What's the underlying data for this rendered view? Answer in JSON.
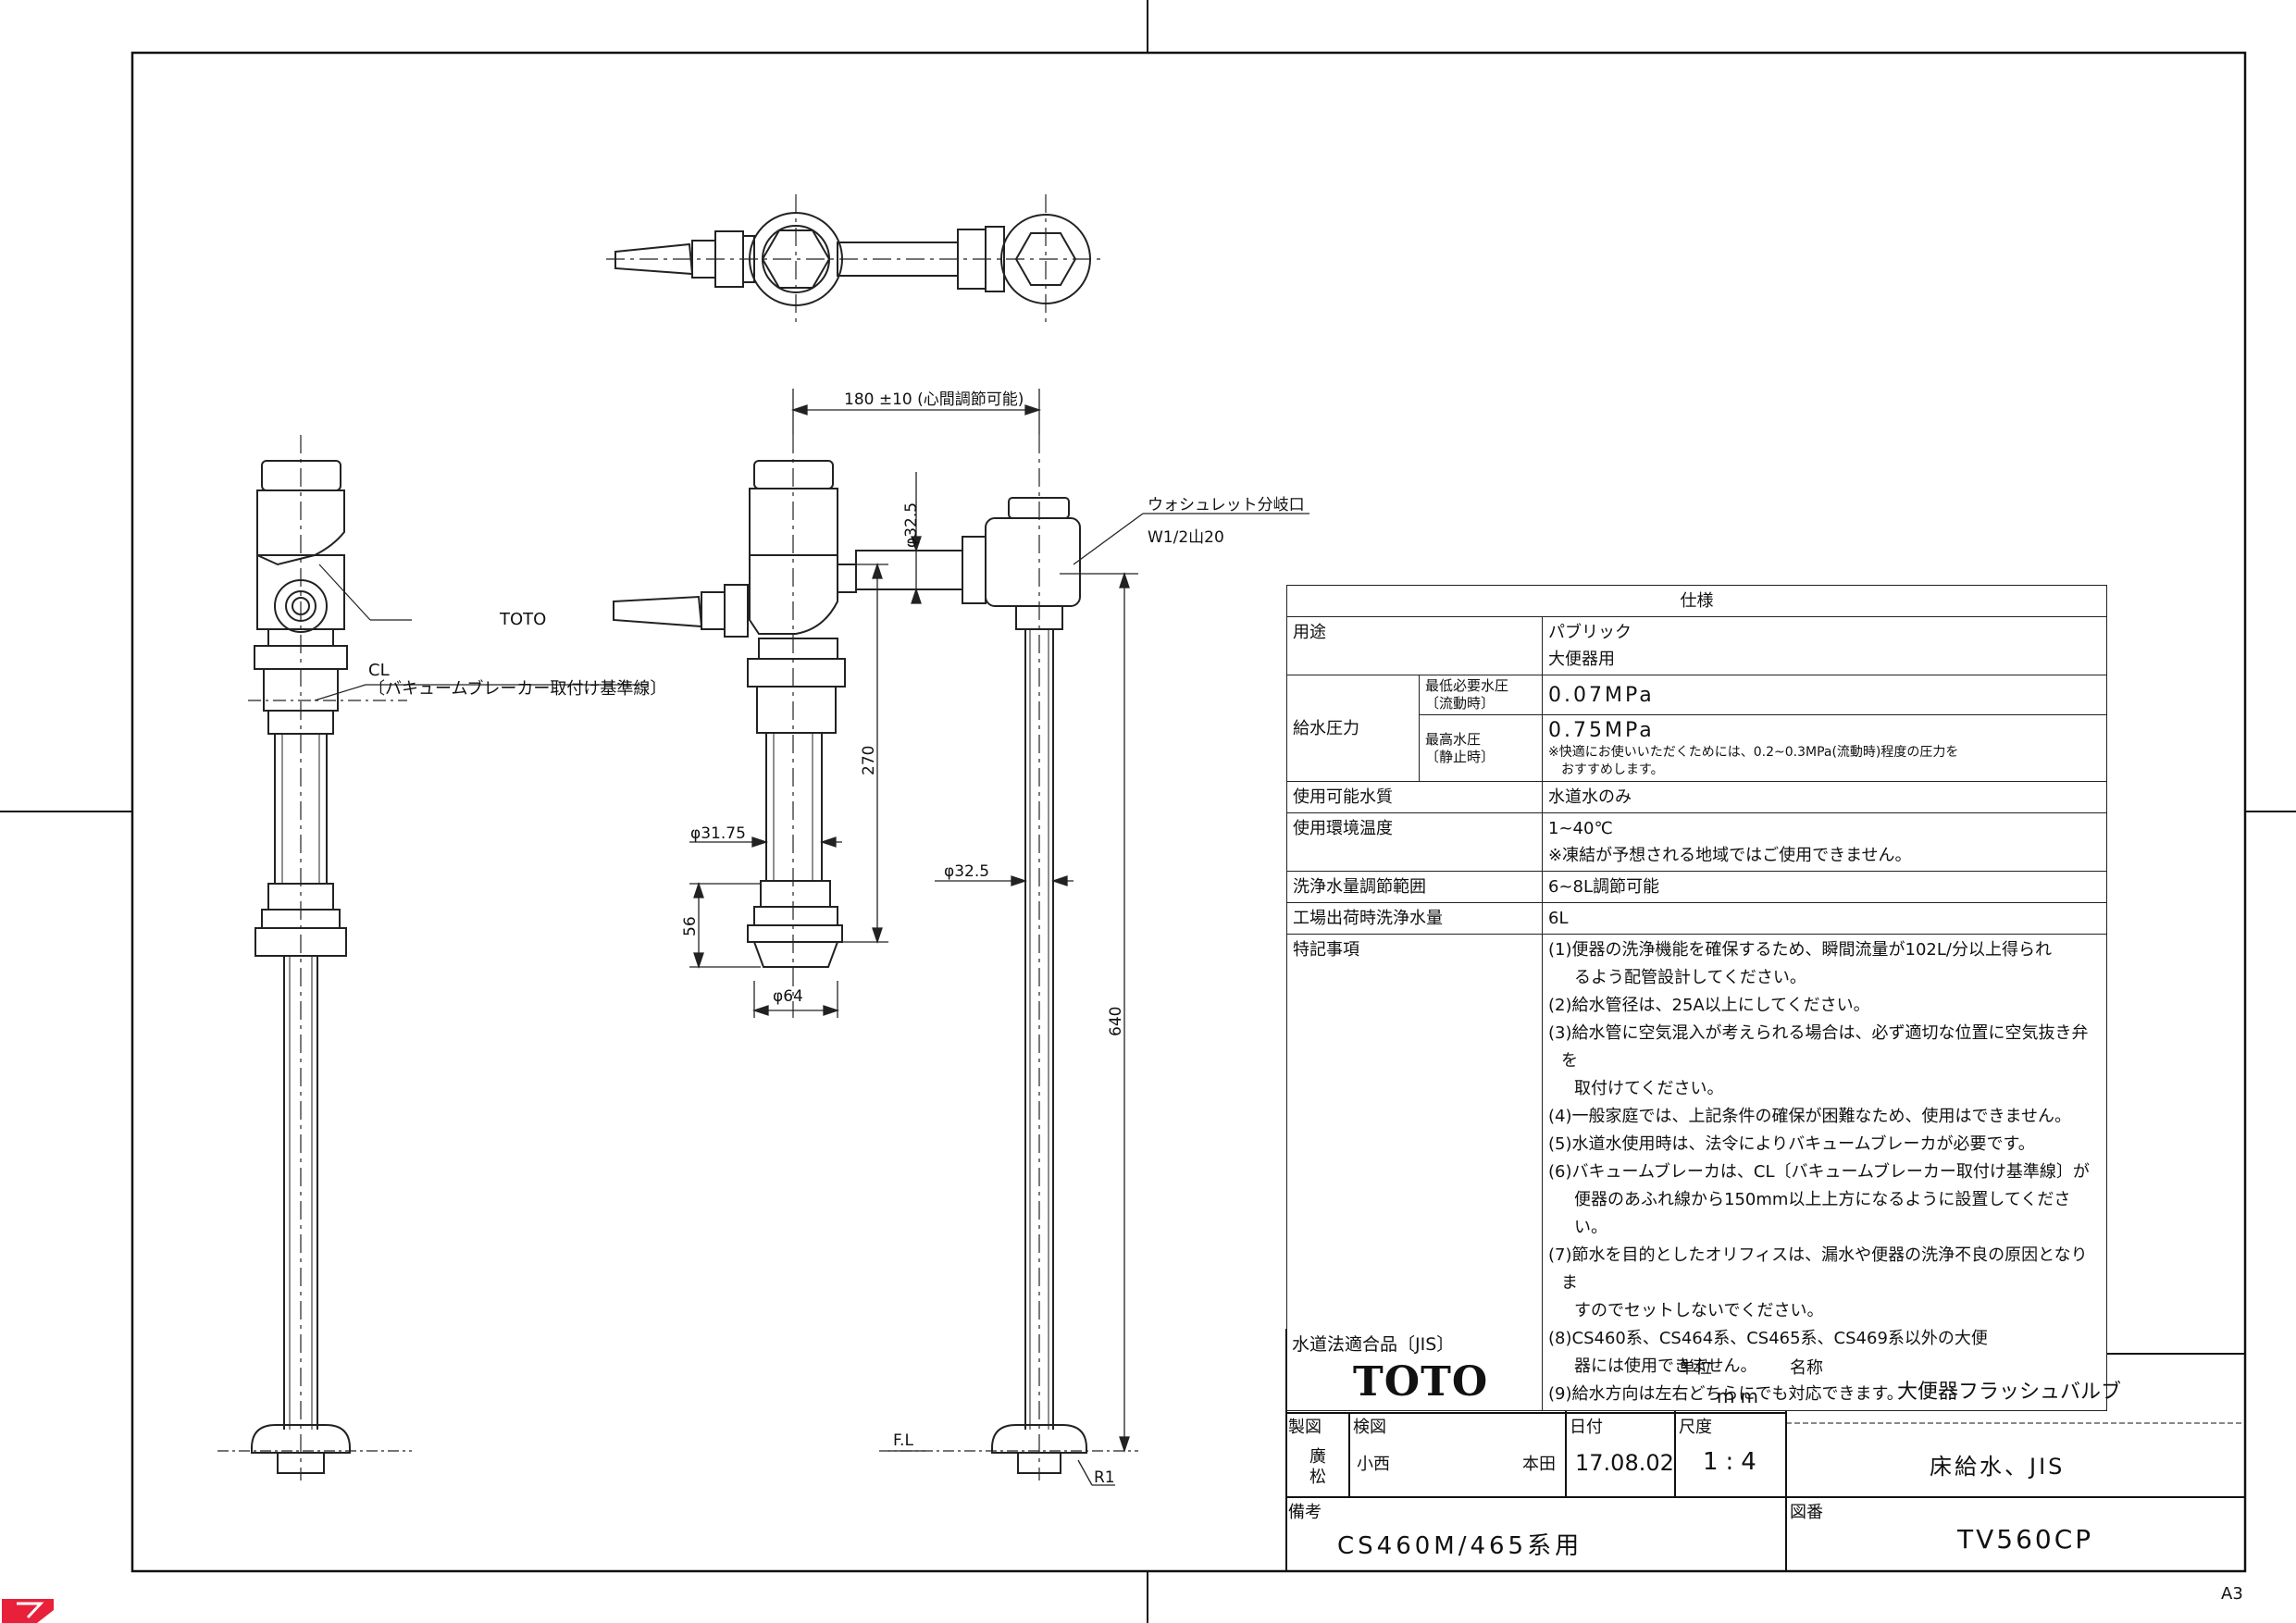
{
  "drawing": {
    "labels": {
      "toto_label": "TOTO",
      "cl": "CL",
      "cl_note": "〔バキュームブレーカー取付け基準線〕",
      "center_adjust": "180 ±10 (心間調節可能)",
      "washlet_branch": "ウォシュレット分岐口",
      "thread": "W1/2山20",
      "dia_32_5_top": "φ32.5",
      "dia_31_75": "φ31.75",
      "dia_32_5_pipe": "φ32.5",
      "dim_270": "270",
      "dim_56": "56",
      "dim_640": "640",
      "dia_64": "φ64",
      "fl": "F.L",
      "r1": "R1"
    }
  },
  "spec": {
    "title": "仕様",
    "rows": {
      "usage_label": "用途",
      "usage_value_1": "パブリック",
      "usage_value_2": "大便器用",
      "pressure_label": "給水圧力",
      "min_pressure_label_1": "最低必要水圧",
      "min_pressure_label_2": "〔流動時〕",
      "min_pressure_value": "0.07MPa",
      "max_pressure_label_1": "最高水圧",
      "max_pressure_label_2": "〔静止時〕",
      "max_pressure_value": "0.75MPa",
      "max_pressure_note_1": "※快適にお使いいただくためには、0.2~0.3MPa(流動時)程度の圧力を",
      "max_pressure_note_2": "おすすめします。",
      "water_quality_label": "使用可能水質",
      "water_quality_value": "水道水のみ",
      "temp_label": "使用環境温度",
      "temp_value": "1~40℃",
      "temp_note": "※凍結が予想される地域ではご使用できません。",
      "flush_range_label": "洗浄水量調節範囲",
      "flush_range_value": "6~8L調節可能",
      "factory_label": "工場出荷時洗浄水量",
      "factory_value": "6L",
      "notes_label": "特記事項"
    },
    "notes": [
      {
        "a": "(1)便器の洗浄機能を確保するため、瞬間流量が102L/分以上得られ",
        "b": "るよう配管設計してください。"
      },
      {
        "a": "(2)給水管径は、25A以上にしてください。",
        "b": ""
      },
      {
        "a": "(3)給水管に空気混入が考えられる場合は、必ず適切な位置に空気抜き弁を",
        "b": "取付けてください。"
      },
      {
        "a": "(4)一般家庭では、上記条件の確保が困難なため、使用はできません。",
        "b": ""
      },
      {
        "a": "(5)水道水使用時は、法令によりバキュームブレーカが必要です。",
        "b": ""
      },
      {
        "a": "(6)バキュームブレーカは、CL〔バキュームブレーカー取付け基準線〕が",
        "b": "便器のあふれ線から150mm以上上方になるように設置してください。"
      },
      {
        "a": "(7)節水を目的としたオリフィスは、漏水や便器の洗浄不良の原因となりま",
        "b": "すのでセットしないでください。"
      },
      {
        "a": "(8)CS460系、CS464系、CS465系、CS469系以外の大便",
        "b": "器には使用できません。"
      },
      {
        "a": "(9)給水方向は左右どちらにでも対応できます。",
        "b": ""
      }
    ]
  },
  "title_block": {
    "jis_tag": "水道法適合品〔JIS〕",
    "brand": "TOTO",
    "unit_label": "単位",
    "unit_value": "mm",
    "name_label": "名称",
    "name_value": "大便器フラッシュバルブ",
    "sub_name": "床給水、JIS",
    "drawn_label": "製図",
    "drawn_by_1": "廣",
    "drawn_by_2": "松",
    "checked_label": "検図",
    "checked_by_1": "小西",
    "checked_by_2": "本田",
    "date_label": "日付",
    "date_value": "17.08.02",
    "scale_label": "尺度",
    "scale_value": "1:4",
    "remarks_label": "備考",
    "remarks_value": "CS460M/465系用",
    "drawing_no_label": "図番",
    "drawing_no_value": "TV560CP"
  },
  "sheet_size": "A3"
}
